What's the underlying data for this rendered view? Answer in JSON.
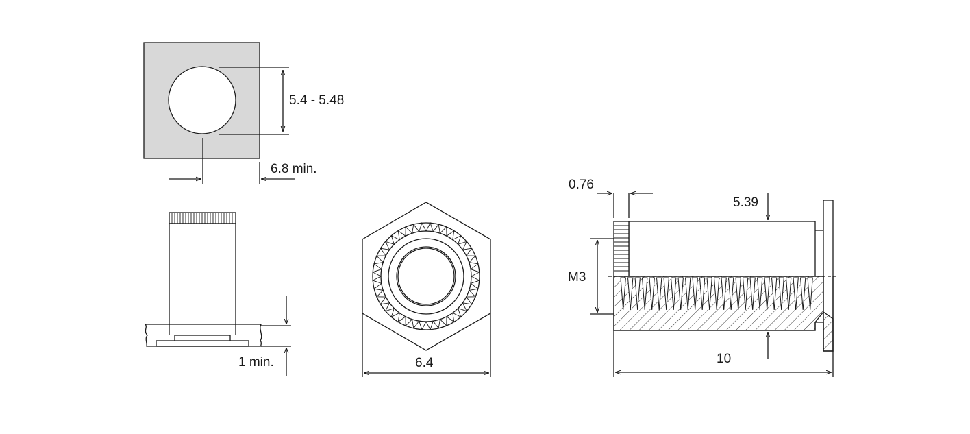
{
  "dimensions": {
    "hole_diameter": "5.4 - 5.48",
    "min_edge_distance": "6.8 min.",
    "min_sheet_thickness": "1 min.",
    "hex_across_flats": "6.4",
    "shank_step": "0.76",
    "shank_diameter": "5.39",
    "thread_size": "M3",
    "overall_length": "10"
  },
  "colors": {
    "line": "#1a1a1a",
    "sheet_fill": "#d8d8d8",
    "white": "#ffffff"
  }
}
